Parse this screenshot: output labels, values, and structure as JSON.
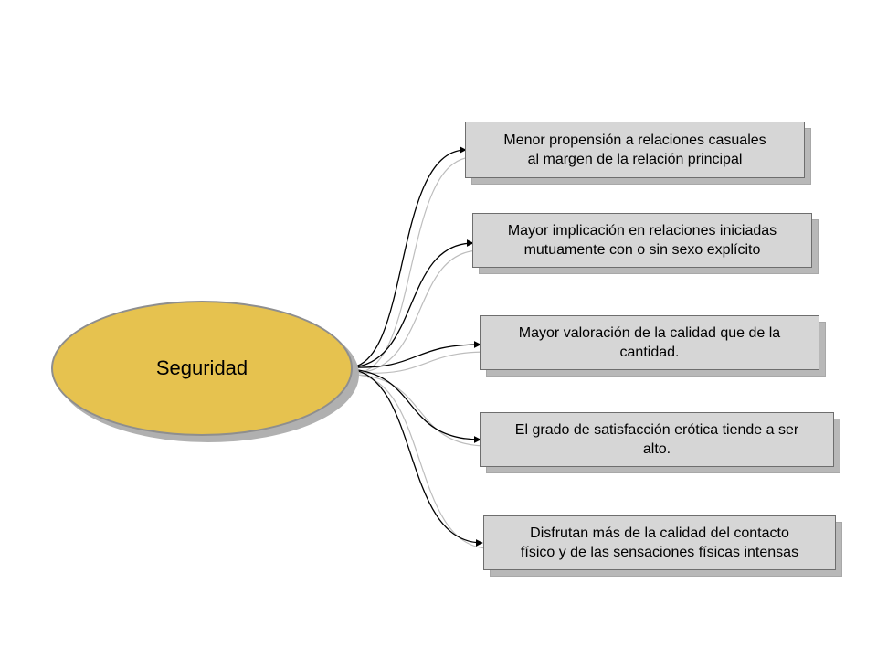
{
  "central": {
    "label": "Seguridad",
    "fill_color": "#e6c24f"
  },
  "nodes": [
    {
      "lines": [
        "Menor propensión  a relaciones casuales",
        "al margen de la relación principal"
      ]
    },
    {
      "lines": [
        "Mayor implicación en relaciones iniciadas",
        "mutuamente con o sin sexo explícito"
      ]
    },
    {
      "lines": [
        "Mayor valoración de la calidad que de la",
        "cantidad."
      ]
    },
    {
      "lines": [
        "El grado de satisfacción erótica tiende a ser",
        "alto."
      ]
    },
    {
      "lines": [
        "Disfrutan más de la calidad del contacto",
        "físico y de las sensaciones físicas intensas"
      ]
    }
  ],
  "colors": {
    "node_fill": "#d6d6d6",
    "node_border": "#6e6e6e",
    "connector": "#000000",
    "connector_shadow": "#bdbdbd"
  }
}
